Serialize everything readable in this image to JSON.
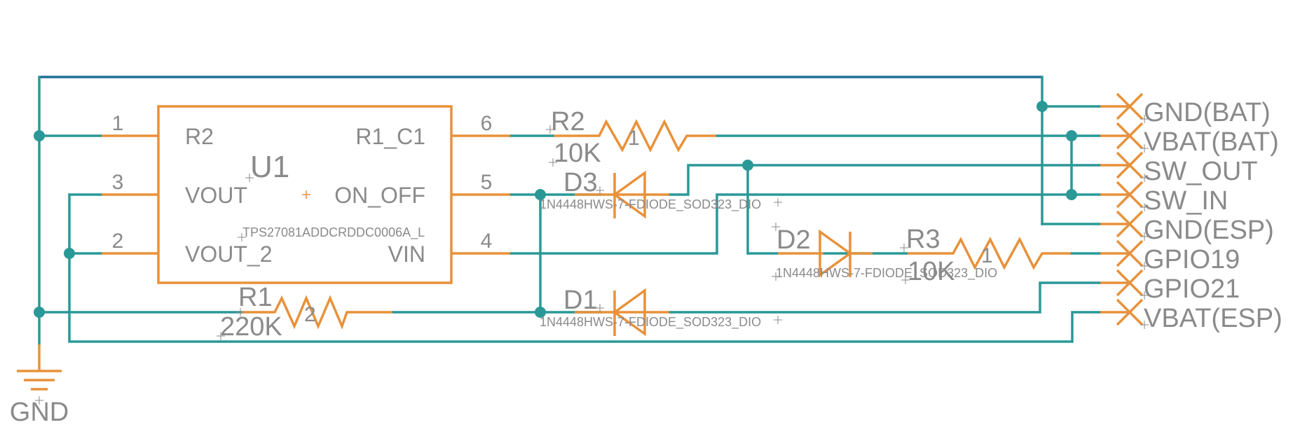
{
  "colors": {
    "wire": "#2a9896",
    "symbol": "#e8913a",
    "text": "#8a8a8a",
    "background": "#ffffff"
  },
  "u1": {
    "ref": "U1",
    "part": "TPS27081ADDCRDDC0006A_L",
    "pins": [
      {
        "number": "1",
        "name": "R2"
      },
      {
        "number": "3",
        "name": "VOUT"
      },
      {
        "number": "2",
        "name": "VOUT_2"
      },
      {
        "number": "6",
        "name": "R1_C1"
      },
      {
        "number": "5",
        "name": "ON_OFF"
      },
      {
        "number": "4",
        "name": "VIN"
      }
    ]
  },
  "r1": {
    "ref": "R1",
    "value": "220K",
    "pin_label": "2"
  },
  "r2": {
    "ref": "R2",
    "value": "10K",
    "pin_label": "1"
  },
  "r3": {
    "ref": "R3",
    "value": "10K",
    "pin_label": "1"
  },
  "d1": {
    "ref": "D1",
    "part": "1N4448HWS-7-FDIODE_SOD323_DIO"
  },
  "d2": {
    "ref": "D2",
    "part": "1N4448HWS-7-FDIODE_SOD323_DIO"
  },
  "d3": {
    "ref": "D3",
    "part": "1N4448HWS-7-FDIODE_SOD323_DIO"
  },
  "gnd": {
    "label": "GND"
  },
  "connector": {
    "pins": [
      "GND(BAT)",
      "VBAT(BAT)",
      "SW_OUT",
      "SW_IN",
      "GND(ESP)",
      "GPIO19",
      "GPIO21",
      "VBAT(ESP)"
    ]
  }
}
